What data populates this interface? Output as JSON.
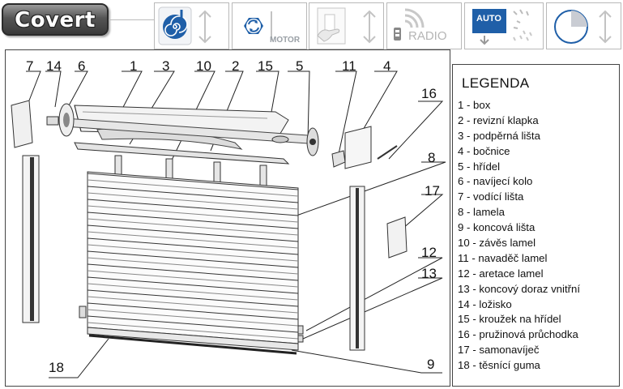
{
  "brand": {
    "name": "Covert"
  },
  "toolbar": {
    "tiles": [
      {
        "name": "manual-winding",
        "icon": "spiral-icon"
      },
      {
        "name": "motor",
        "icon": "motor-icon",
        "label": "MOTOR"
      },
      {
        "name": "switch",
        "icon": "hand-switch-icon"
      },
      {
        "name": "radio",
        "icon": "radio-remote-icon",
        "label": "RADIO"
      },
      {
        "name": "auto",
        "icon": "auto-sun-rain-icon",
        "label": "AUTO"
      },
      {
        "name": "timer",
        "icon": "clock-icon"
      }
    ]
  },
  "diagram": {
    "numbers": [
      "7",
      "14",
      "6",
      "1",
      "3",
      "10",
      "2",
      "15",
      "5",
      "11",
      "4",
      "16",
      "8",
      "17",
      "12",
      "13",
      "9",
      "18"
    ]
  },
  "legend": {
    "title": "LEGENDA",
    "items": [
      "1 - box",
      "2 - revizní klapka",
      "3 - podpěrná lišta",
      "4 - bočnice",
      "5 - hřídel",
      "6 - navíjecí kolo",
      "7 - vodící lišta",
      "8 - lamela",
      "9 - koncová lišta",
      "10 - závěs lamel",
      "11 - navaděč lamel",
      "12 - aretace lamel",
      "13 - koncový doraz vnitřní",
      "14 - ložisko",
      "15 - kroužek na hřídel",
      "16 - pružinová průchodka",
      "17 - samonavíječ",
      "18 - těsnící guma"
    ]
  },
  "colors": {
    "accent_blue": "#1f5fa8",
    "tile_border": "#b9b9b9",
    "line": "#222222"
  }
}
